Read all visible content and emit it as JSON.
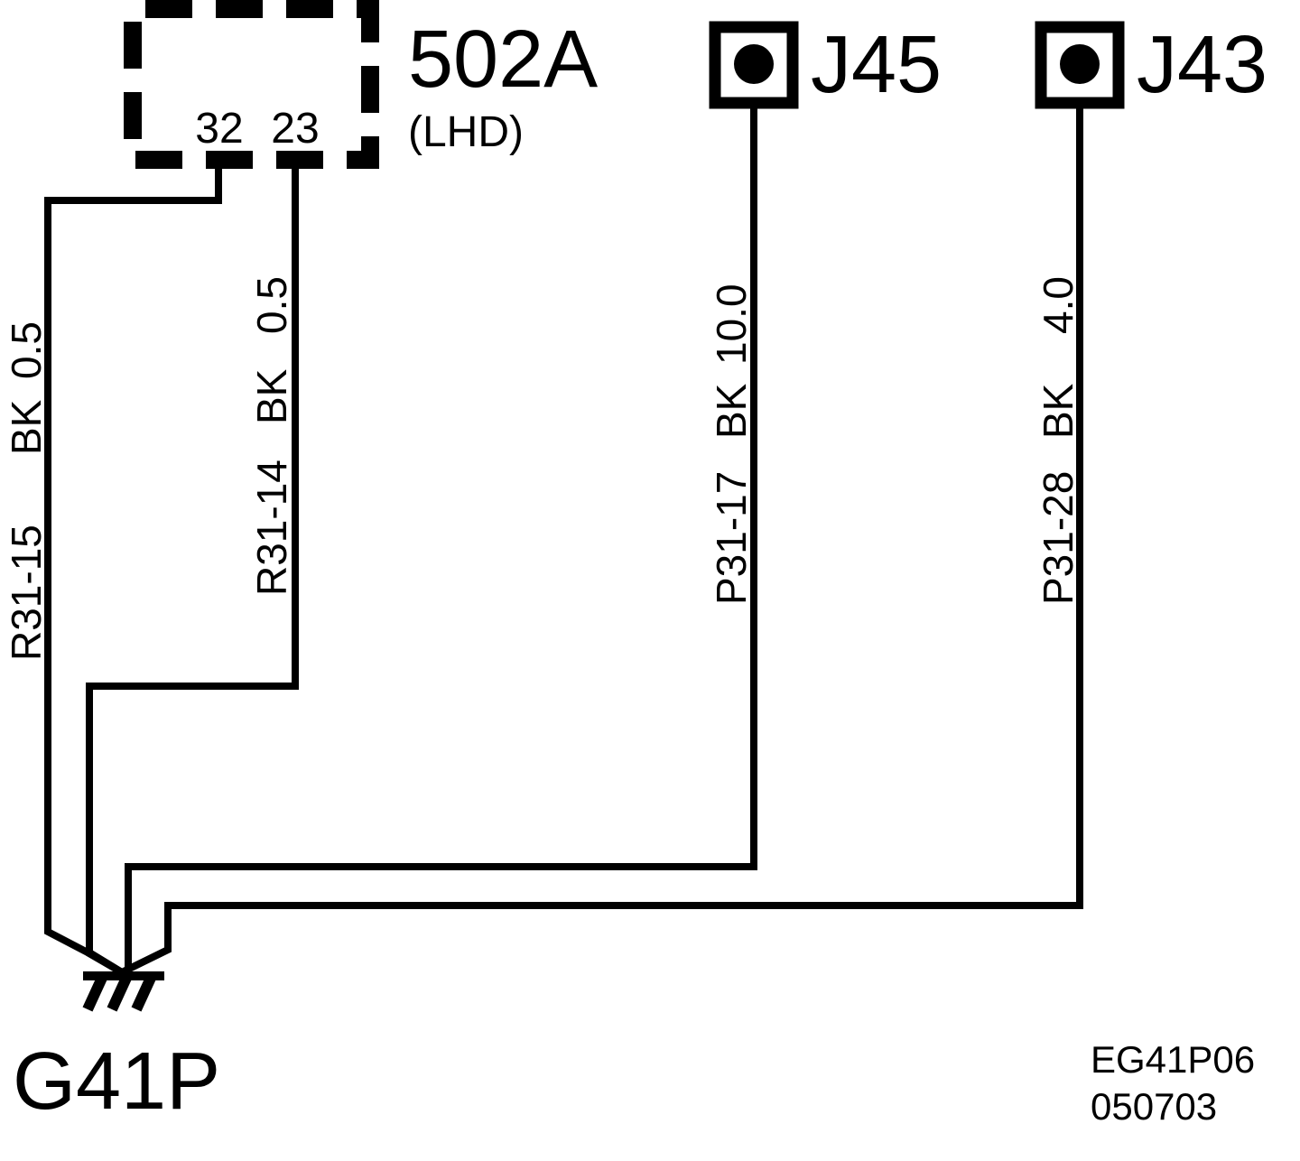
{
  "colors": {
    "ink": "#000000",
    "background": "#ffffff"
  },
  "connector_502a": {
    "name": "502A",
    "variant": "(LHD)",
    "pins": [
      "32",
      "23"
    ]
  },
  "terminal_j45": {
    "name": "J45"
  },
  "terminal_j43": {
    "name": "J43"
  },
  "wires": [
    {
      "circuit": "R31-15",
      "color_code": "BK",
      "size": "0.5"
    },
    {
      "circuit": "R31-14",
      "color_code": "BK",
      "size": "0.5"
    },
    {
      "circuit": "P31-17",
      "color_code": "BK",
      "size": "10.0"
    },
    {
      "circuit": "P31-28",
      "color_code": "BK",
      "size": "4.0"
    }
  ],
  "ground": {
    "name": "G41P",
    "icon": "ground-icon"
  },
  "footer": {
    "diagram_code": "EG41P06",
    "date_code": "050703"
  }
}
